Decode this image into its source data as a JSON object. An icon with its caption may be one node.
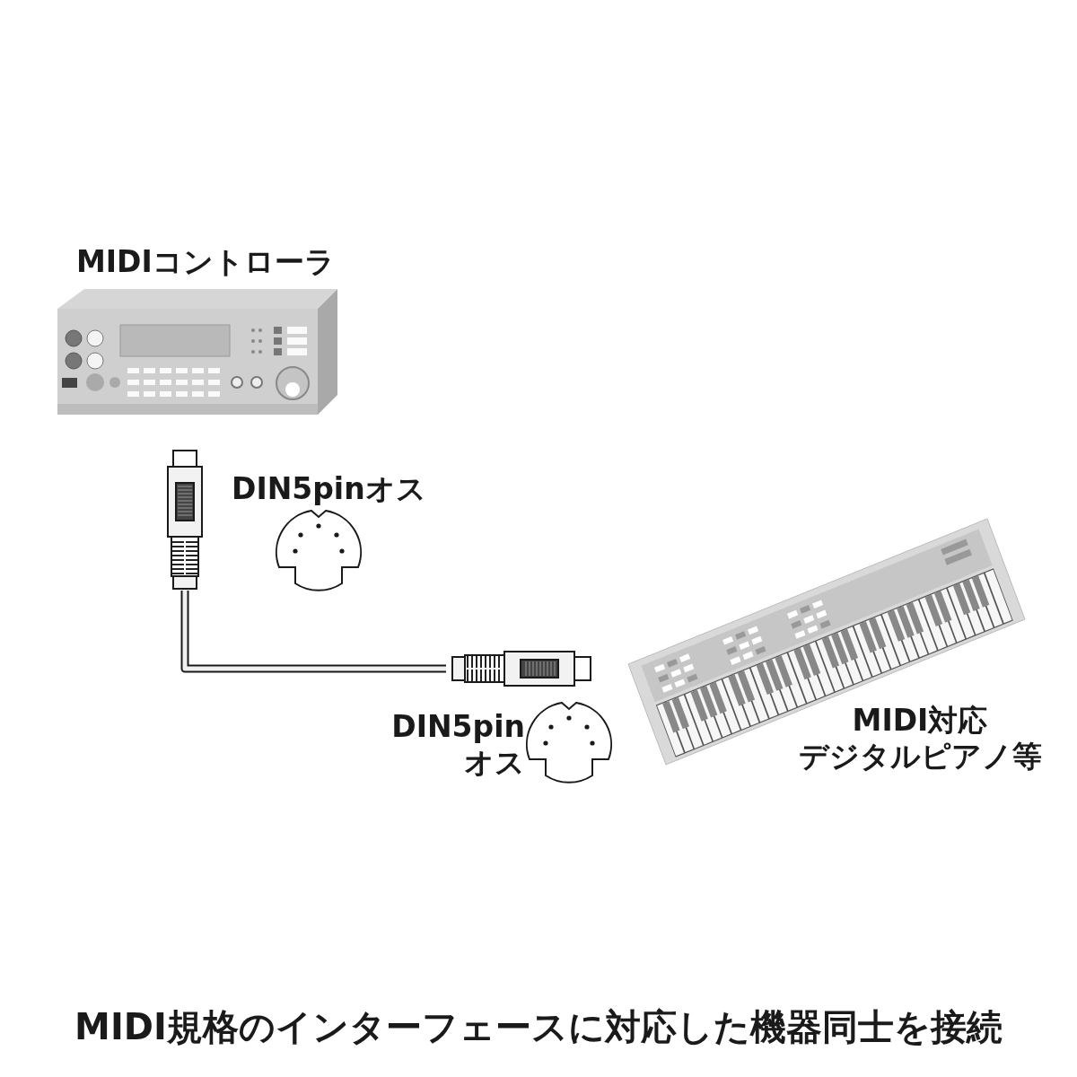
{
  "diagram": {
    "caption": "MIDI規格のインターフェースに対応した機器同士を接続",
    "nodes": [
      {
        "text": [
          "MIDIコントローラ"
        ]
      },
      {
        "text": [],
        "shape": "picture"
      },
      {
        "text": [],
        "shape": "picture"
      },
      {
        "text": [
          "MIDI対応",
          "デジタルピアノ等"
        ]
      }
    ],
    "edges": [
      {
        "from": 1,
        "to": 2,
        "arrow": "none"
      }
    ],
    "labels": [
      "DIN5pinオス",
      "DIN5pin オス"
    ]
  }
}
